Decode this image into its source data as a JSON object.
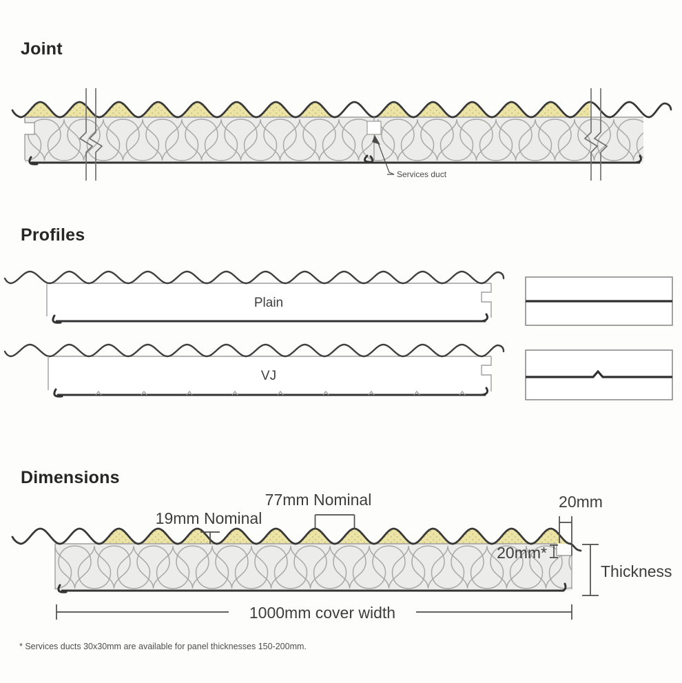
{
  "document": {
    "footnote": "* Services ducts 30x30mm are available for panel thicknesses 150-200mm."
  },
  "colors": {
    "skin_line": "#383838",
    "core_fill": "#ecedea",
    "core_hatch": "#a8a8a8",
    "insulation_yellow": "#ebe4a6",
    "insulation_speckle": "#d3c780",
    "label_text": "#3d3d3d"
  },
  "joint": {
    "heading": "Joint",
    "services_duct_label": "Services duct"
  },
  "profiles": {
    "heading": "Profiles",
    "items": [
      {
        "label": "Plain"
      },
      {
        "label": "VJ"
      }
    ]
  },
  "dimensions": {
    "heading": "Dimensions",
    "labels": {
      "crest_pitch": "77mm Nominal",
      "rib_height": "19mm Nominal",
      "side_lap": "20mm",
      "edge_step": "20mm*",
      "thickness": "Thickness",
      "cover_width": "1000mm cover width"
    }
  }
}
